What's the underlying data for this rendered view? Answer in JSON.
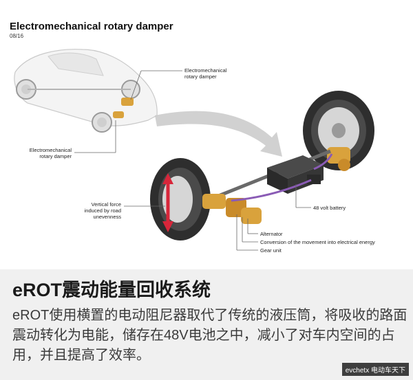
{
  "header": {
    "title": "Electromechanical rotary damper",
    "subtitle": "08/16"
  },
  "labels": {
    "rear_damper": "Electromechanical\nrotary damper",
    "front_damper": "Electromechanical\nrotary damper",
    "vertical_force": "Vertical force\ninduced by road\nunevenness",
    "battery": "48 volt battery",
    "alternator": "Alternator",
    "conversion": "Conversion of the movement into electrical energy",
    "gear_unit": "Gear unit"
  },
  "caption": {
    "title": "eROT震动能量回收系统",
    "body": "eROT使用横置的电动阻尼器取代了传统的液压筒，将吸收的路面震动转化为电能，储存在48V电池之中，减小了对车内空间的占用，并且提高了效率。"
  },
  "watermark": "evchetx  电动车天下",
  "colors": {
    "accent_red": "#d8263a",
    "damper_gold": "#d9a23c",
    "battery_black": "#2a2a2a",
    "wire_purple": "#8a5bb5"
  }
}
